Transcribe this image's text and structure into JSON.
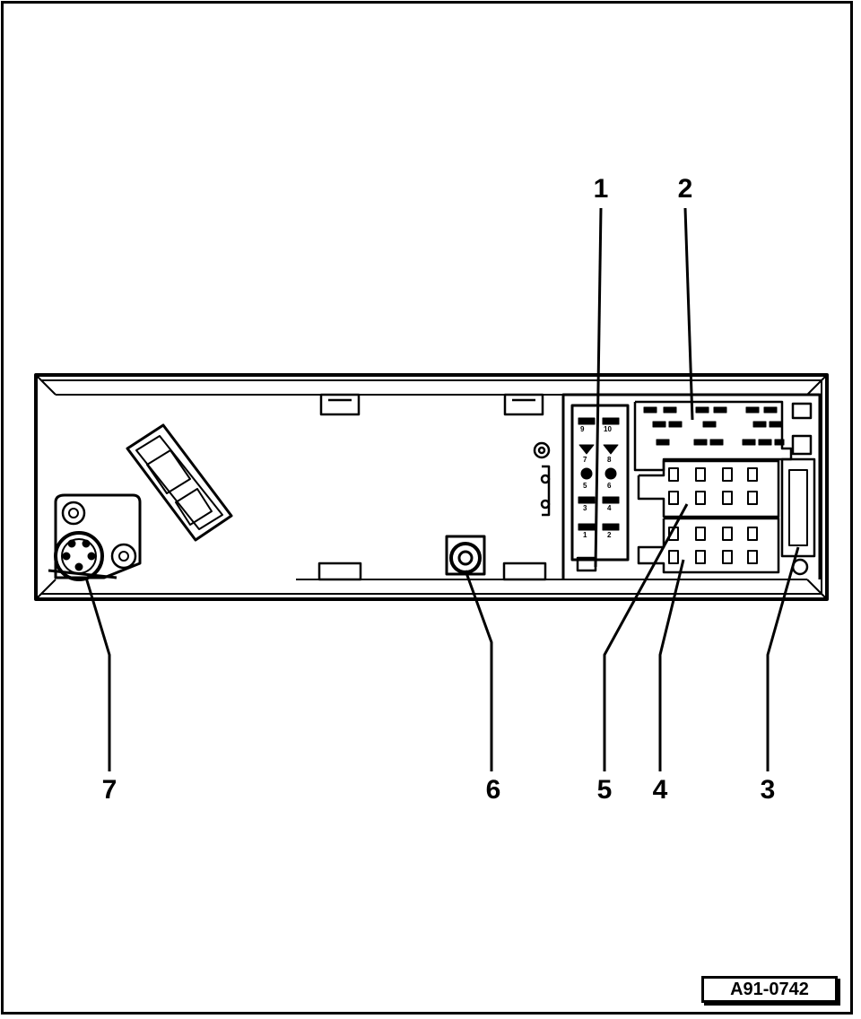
{
  "figure_ref": "A91-0742",
  "callouts": [
    {
      "id": "1",
      "label": "1"
    },
    {
      "id": "2",
      "label": "2"
    },
    {
      "id": "3",
      "label": "3"
    },
    {
      "id": "4",
      "label": "4"
    },
    {
      "id": "5",
      "label": "5"
    },
    {
      "id": "6",
      "label": "6"
    },
    {
      "id": "7",
      "label": "7"
    }
  ],
  "connector_pin_labels": [
    "9",
    "10",
    "7",
    "8",
    "5",
    "6",
    "3",
    "4",
    "1",
    "2"
  ],
  "colors": {
    "ink": "#000000",
    "paper": "#ffffff"
  }
}
